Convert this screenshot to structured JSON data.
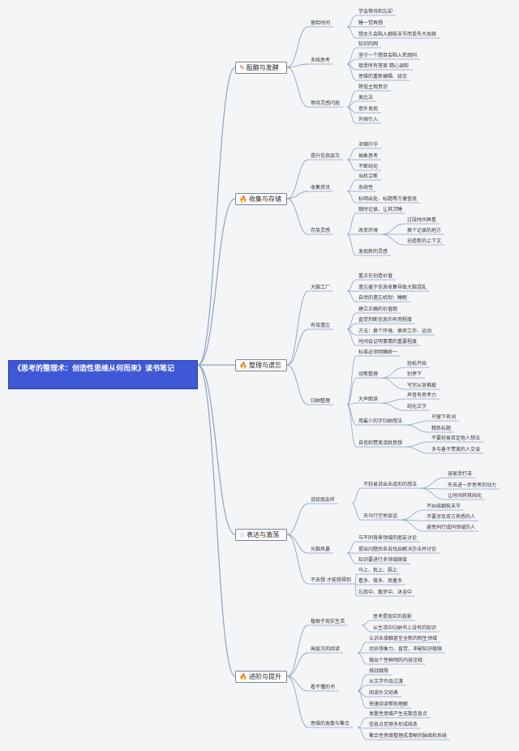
{
  "root": {
    "title": "《思考的整理术：创造性思维从何而来》读书笔记"
  },
  "icons": {
    "brain": "✎",
    "fire": "🔥",
    "star": "☆",
    "flame": "🔥"
  },
  "branches": [
    {
      "label": "酝酿与发酵",
      "icon": "brain",
      "color": "#e0424a",
      "children": [
        {
          "label": "留给时间",
          "children": [
            {
              "label": "学会等待和忘却"
            },
            {
              "label": "睡一觉再想"
            },
            {
              "label": "想太久会陷入细枝末节而丢失大局观"
            }
          ]
        },
        {
          "label": "多线思考",
          "children": [
            {
              "label": "知识的网"
            },
            {
              "label": "坚守一个题目会陷入死胡同"
            },
            {
              "label": "接受所有答案 精心调和"
            },
            {
              "label": "思维的重新编辑、组合"
            }
          ]
        },
        {
          "label": "等待灵感闪现",
          "children": [
            {
              "label": "降低主观意识"
            },
            {
              "label": "类比法"
            },
            {
              "label": "意外发现"
            },
            {
              "label": "外国引入"
            }
          ]
        }
      ]
    },
    {
      "label": "收集与存储",
      "icon": "fire",
      "color": "#e94b2c",
      "children": [
        {
          "label": "提升信息层次",
          "children": [
            {
              "label": "浓缩升华"
            },
            {
              "label": "抽象思考"
            },
            {
              "label": "不断纯化"
            }
          ]
        },
        {
          "label": "收集资讯",
          "children": [
            {
              "label": "当机立断"
            },
            {
              "label": "系统性"
            },
            {
              "label": "标明出处、标题等方便查找"
            }
          ]
        },
        {
          "label": "存放灵感",
          "children": [
            {
              "label": "随时记录、让其沉睡"
            },
            {
              "label": "改变环境",
              "children": [
                {
                  "label": "过段时间再看"
                },
                {
                  "label": "换个记录的地方"
                },
                {
                  "label": "创造新的上下文"
                }
              ]
            },
            {
              "label": "发现新的灵感"
            }
          ]
        }
      ]
    },
    {
      "label": "整理与遗忘",
      "icon": "fire",
      "color": "#e94b2c",
      "children": [
        {
          "label": "大脑工厂",
          "children": [
            {
              "label": "重点在创造价值"
            },
            {
              "label": "遗忘援于信息收集导致大脑混乱"
            },
            {
              "label": "自然的遗忘机制：睡眠"
            }
          ]
        },
        {
          "label": "有效遗忘",
          "children": [
            {
              "label": "建立正确的价值观"
            },
            {
              "label": "直觉判断信息的有用程度"
            },
            {
              "label": "方法：换个环境、换项工作、运动"
            },
            {
              "label": "时间会证明事情的重要程度"
            }
          ]
        },
        {
          "label": "归纳整理",
          "children": [
            {
              "label": "标准必须明确统一"
            },
            {
              "label": "动笔整理",
              "children": [
                {
                  "label": "轻松开始"
                },
                {
                  "label": "别停下"
                },
                {
                  "label": "写完从容推敲"
                }
              ]
            },
            {
              "label": "大声朗读",
              "children": [
                {
                  "label": "声音有思考力"
                },
                {
                  "label": "纯化文字"
                }
              ]
            },
            {
              "label": "用最少的字归纳想法",
              "children": [
                {
                  "label": "只留下名词"
                },
                {
                  "label": "精炼标题"
                }
              ]
            },
            {
              "label": "自信和赞美活跃思想",
              "children": [
                {
                  "label": "不要轻易否定他人想法"
                },
                {
                  "label": "多与善于赞美的人交谈"
                }
              ]
            }
          ]
        }
      ]
    },
    {
      "label": "表达与激荡",
      "icon": "star",
      "color": "#3b6fd9",
      "children": [
        {
          "label": "说给朋友听",
          "children": [
            {
              "label": "不轻易说出未成形的想法",
              "children": [
                {
                  "label": "容易受打击"
                },
                {
                  "label": "失去进一步思考的动力"
                },
                {
                  "label": "让时间将其纯化"
                }
              ]
            },
            {
              "label": "天马行空地谈话",
              "children": [
                {
                  "label": "不纠结细枝末节"
                },
                {
                  "label": "不要涉及双方熟悉的人"
                },
                {
                  "label": "避免同行或同领域的人"
                }
              ]
            }
          ]
        },
        {
          "label": "头脑风暴",
          "children": [
            {
              "label": "与不同背景领域的朋友讨论"
            },
            {
              "label": "提出问题后各自找出解决办法并讨论"
            },
            {
              "label": "知识要进行多领域嫁接"
            }
          ]
        },
        {
          "label": "不去想 才能想得到",
          "children": [
            {
              "label": "马上、枕上、厕上"
            },
            {
              "label": "看多、做多、商量多"
            },
            {
              "label": "忘我中、散步中、沐浴中"
            }
          ]
        }
      ]
    },
    {
      "label": "进阶与提升",
      "icon": "flame",
      "color": "#2f86e3",
      "children": [
        {
          "label": "植根于现实生活",
          "children": [
            {
              "label": "思考是现实的投影"
            },
            {
              "label": "从生活中归纳书上没有的知识"
            }
          ]
        },
        {
          "label": "高层次的阅读",
          "children": [
            {
              "label": "认识未接触甚至全新的陌生领域"
            },
            {
              "label": "动员想象力、直觉，冲破知识极限"
            },
            {
              "label": "做出个性鲜明的内容诠释"
            }
          ]
        },
        {
          "label": "看不懂的书",
          "children": [
            {
              "label": "挑战极限"
            },
            {
              "label": "从文学作品过渡"
            },
            {
              "label": "阅读外文经典"
            },
            {
              "label": "快速阅读帮助理解"
            }
          ]
        },
        {
          "label": "思维的发散与聚合",
          "children": [
            {
              "label": "发散性思维产生无数信息点"
            },
            {
              "label": "信息点足够多形成线条"
            },
            {
              "label": "聚合性思维整理成清晰的脉络和系统"
            }
          ]
        }
      ]
    }
  ]
}
